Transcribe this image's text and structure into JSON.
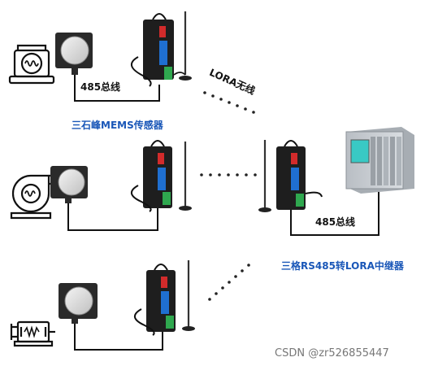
{
  "labels": {
    "bus_top": "485总线",
    "lora_wireless": "LORA无线",
    "sensor_name": "三石峰MEMS传感器",
    "bus_right": "485总线",
    "relay_name": "三格RS485转LORA中继器"
  },
  "watermark": "CSDN @zr526855447",
  "colors": {
    "node_body": "#1e1e1e",
    "node_accent_blue": "#1f6fd1",
    "node_accent_red": "#d22b2b",
    "terminal_green": "#2fa84f",
    "wire": "#111111",
    "label_blue": "#1a57b8",
    "plc_body": "#c9ced3",
    "plc_screen": "#39c9c4"
  },
  "icons": [
    "motor-icon",
    "fan-icon",
    "drive-motor-icon",
    "vibration-sensor-icon",
    "lora-node-icon",
    "antenna-icon",
    "plc-icon"
  ]
}
